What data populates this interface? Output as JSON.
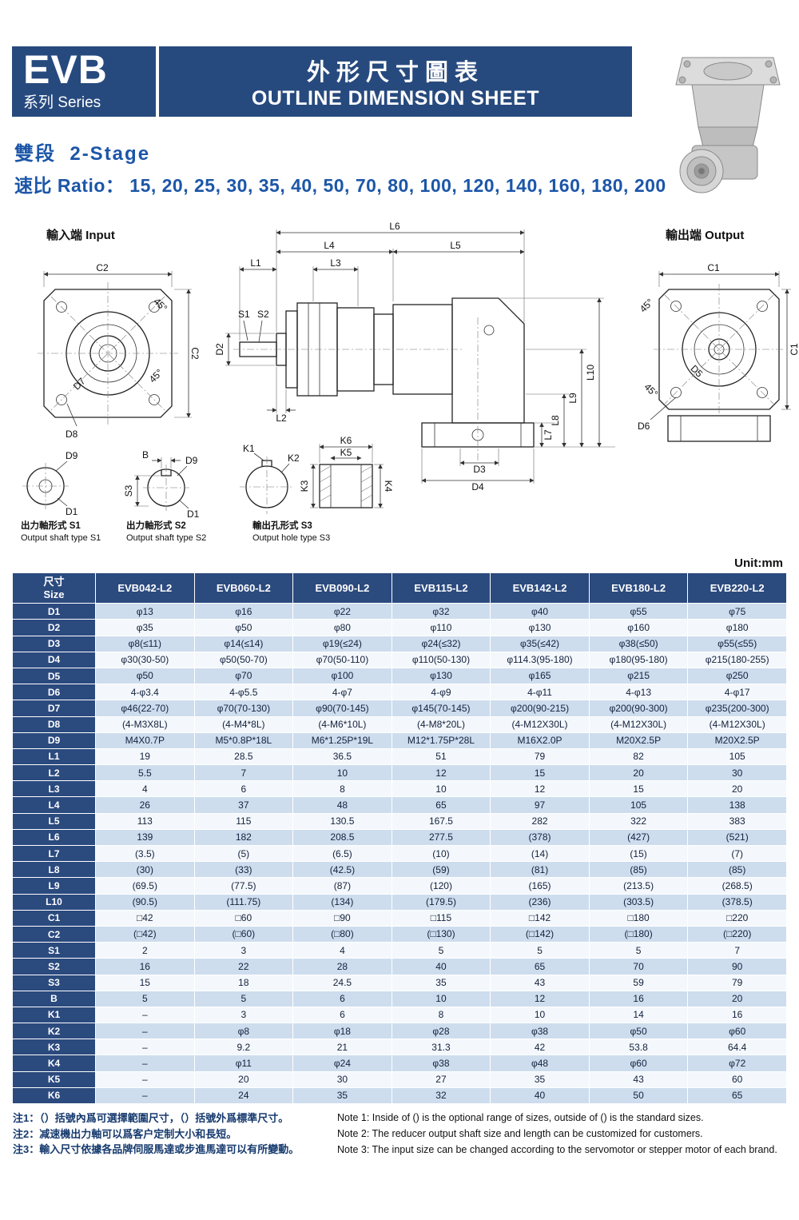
{
  "header": {
    "series_code": "EVB",
    "series_label": "系列 Series",
    "title_zh": "外形尺寸圖表",
    "title_en": "OUTLINE DIMENSION SHEET"
  },
  "stage": {
    "stage_zh": "雙段",
    "stage_en": "2-Stage",
    "ratio_label": "速比 Ratio：",
    "ratio_values": "15, 20, 25, 30, 35, 40, 50, 70, 80, 100, 120, 140, 160, 180, 200"
  },
  "drawings": {
    "input_label": "輸入端 Input",
    "output_label": "輸出端 Output",
    "captions": {
      "s1_zh": "出力軸形式 S1",
      "s1_en": "Output shaft type S1",
      "s2_zh": "出力軸形式 S2",
      "s2_en": "Output shaft type S2",
      "s3_zh": "輸出孔形式 S3",
      "s3_en": "Output hole type S3"
    },
    "labels": {
      "c1": "C1",
      "c2": "C2",
      "d1": "D1",
      "d2": "D2",
      "d3": "D3",
      "d4": "D4",
      "d5": "D5",
      "d6": "D6",
      "d7": "D7",
      "d8": "D8",
      "d9": "D9",
      "l1": "L1",
      "l2": "L2",
      "l3": "L3",
      "l4": "L4",
      "l5": "L5",
      "l6": "L6",
      "l7": "L7",
      "l8": "L8",
      "l9": "L9",
      "l10": "L10",
      "s1": "S1",
      "s2": "S2",
      "s3": "S3",
      "b": "B",
      "k1": "K1",
      "k2": "K2",
      "k3": "K3",
      "k4": "K4",
      "k5": "K5",
      "k6": "K6",
      "deg45": "45°"
    }
  },
  "unit_label": "Unit:mm",
  "colors": {
    "primary_navy": "#274a7e",
    "accent_blue": "#1c56a8",
    "row_alt": "#cdddee"
  },
  "table": {
    "size_header_zh": "尺寸",
    "size_header_en": "Size",
    "columns": [
      "EVB042-L2",
      "EVB060-L2",
      "EVB090-L2",
      "EVB115-L2",
      "EVB142-L2",
      "EVB180-L2",
      "EVB220-L2"
    ],
    "rows": [
      {
        "label": "D1",
        "values": [
          "φ13",
          "φ16",
          "φ22",
          "φ32",
          "φ40",
          "φ55",
          "φ75"
        ]
      },
      {
        "label": "D2",
        "values": [
          "φ35",
          "φ50",
          "φ80",
          "φ110",
          "φ130",
          "φ160",
          "φ180"
        ]
      },
      {
        "label": "D3",
        "values": [
          "φ8(≤11)",
          "φ14(≤14)",
          "φ19(≤24)",
          "φ24(≤32)",
          "φ35(≤42)",
          "φ38(≤50)",
          "φ55(≤55)"
        ]
      },
      {
        "label": "D4",
        "values": [
          "φ30(30-50)",
          "φ50(50-70)",
          "φ70(50-110)",
          "φ110(50-130)",
          "φ114.3(95-180)",
          "φ180(95-180)",
          "φ215(180-255)"
        ]
      },
      {
        "label": "D5",
        "values": [
          "φ50",
          "φ70",
          "φ100",
          "φ130",
          "φ165",
          "φ215",
          "φ250"
        ]
      },
      {
        "label": "D6",
        "values": [
          "4-φ3.4",
          "4-φ5.5",
          "4-φ7",
          "4-φ9",
          "4-φ11",
          "4-φ13",
          "4-φ17"
        ]
      },
      {
        "label": "D7",
        "values": [
          "φ46(22-70)",
          "φ70(70-130)",
          "φ90(70-145)",
          "φ145(70-145)",
          "φ200(90-215)",
          "φ200(90-300)",
          "φ235(200-300)"
        ]
      },
      {
        "label": "D8",
        "values": [
          "(4-M3X8L)",
          "(4-M4*8L)",
          "(4-M6*10L)",
          "(4-M8*20L)",
          "(4-M12X30L)",
          "(4-M12X30L)",
          "(4-M12X30L)"
        ]
      },
      {
        "label": "D9",
        "values": [
          "M4X0.7P",
          "M5*0.8P*18L",
          "M6*1.25P*19L",
          "M12*1.75P*28L",
          "M16X2.0P",
          "M20X2.5P",
          "M20X2.5P"
        ]
      },
      {
        "label": "L1",
        "values": [
          "19",
          "28.5",
          "36.5",
          "51",
          "79",
          "82",
          "105"
        ]
      },
      {
        "label": "L2",
        "values": [
          "5.5",
          "7",
          "10",
          "12",
          "15",
          "20",
          "30"
        ]
      },
      {
        "label": "L3",
        "values": [
          "4",
          "6",
          "8",
          "10",
          "12",
          "15",
          "20"
        ]
      },
      {
        "label": "L4",
        "values": [
          "26",
          "37",
          "48",
          "65",
          "97",
          "105",
          "138"
        ]
      },
      {
        "label": "L5",
        "values": [
          "113",
          "115",
          "130.5",
          "167.5",
          "282",
          "322",
          "383"
        ]
      },
      {
        "label": "L6",
        "values": [
          "139",
          "182",
          "208.5",
          "277.5",
          "(378)",
          "(427)",
          "(521)"
        ]
      },
      {
        "label": "L7",
        "values": [
          "(3.5)",
          "(5)",
          "(6.5)",
          "(10)",
          "(14)",
          "(15)",
          "(7)"
        ]
      },
      {
        "label": "L8",
        "values": [
          "(30)",
          "(33)",
          "(42.5)",
          "(59)",
          "(81)",
          "(85)",
          "(85)"
        ]
      },
      {
        "label": "L9",
        "values": [
          "(69.5)",
          "(77.5)",
          "(87)",
          "(120)",
          "(165)",
          "(213.5)",
          "(268.5)"
        ]
      },
      {
        "label": "L10",
        "values": [
          "(90.5)",
          "(111.75)",
          "(134)",
          "(179.5)",
          "(236)",
          "(303.5)",
          "(378.5)"
        ]
      },
      {
        "label": "C1",
        "values": [
          "□42",
          "□60",
          "□90",
          "□115",
          "□142",
          "□180",
          "□220"
        ]
      },
      {
        "label": "C2",
        "values": [
          "(□42)",
          "(□60)",
          "(□80)",
          "(□130)",
          "(□142)",
          "(□180)",
          "(□220)"
        ]
      },
      {
        "label": "S1",
        "values": [
          "2",
          "3",
          "4",
          "5",
          "5",
          "5",
          "7"
        ]
      },
      {
        "label": "S2",
        "values": [
          "16",
          "22",
          "28",
          "40",
          "65",
          "70",
          "90"
        ]
      },
      {
        "label": "S3",
        "values": [
          "15",
          "18",
          "24.5",
          "35",
          "43",
          "59",
          "79"
        ]
      },
      {
        "label": "B",
        "values": [
          "5",
          "5",
          "6",
          "10",
          "12",
          "16",
          "20"
        ]
      },
      {
        "label": "K1",
        "values": [
          "–",
          "3",
          "6",
          "8",
          "10",
          "14",
          "16"
        ]
      },
      {
        "label": "K2",
        "values": [
          "–",
          "φ8",
          "φ18",
          "φ28",
          "φ38",
          "φ50",
          "φ60"
        ]
      },
      {
        "label": "K3",
        "values": [
          "–",
          "9.2",
          "21",
          "31.3",
          "42",
          "53.8",
          "64.4"
        ]
      },
      {
        "label": "K4",
        "values": [
          "–",
          "φ11",
          "φ24",
          "φ38",
          "φ48",
          "φ60",
          "φ72"
        ]
      },
      {
        "label": "K5",
        "values": [
          "–",
          "20",
          "30",
          "27",
          "35",
          "43",
          "60"
        ]
      },
      {
        "label": "K6",
        "values": [
          "–",
          "24",
          "35",
          "32",
          "40",
          "50",
          "65"
        ]
      }
    ]
  },
  "notes": {
    "zh": [
      "注1：（）括號內爲可選擇範圍尺寸，（）括號外爲標準尺寸。",
      "注2：减速機出力軸可以爲客户定制大小和長短。",
      "注3：輸入尺寸依據各品牌伺服馬達或步進馬達可以有所變動。"
    ],
    "en": [
      "Note 1:  Inside of () is the optional range of sizes, outside of () is the standard sizes.",
      "Note 2: The reducer output shaft size and length can be customized for customers.",
      "Note 3: The input size can be changed according to the servomotor or stepper motor of each brand."
    ]
  }
}
